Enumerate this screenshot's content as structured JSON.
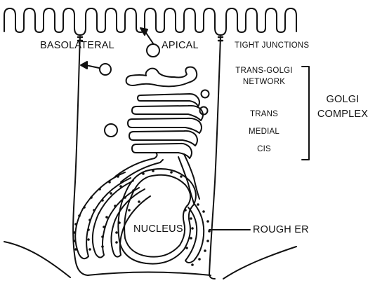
{
  "labels": {
    "basolateral": "BASOLATERAL",
    "apical": "APICAL",
    "tight_junctions": "TIGHT JUNCTIONS",
    "trans_golgi_line1": "TRANS-GOLGI",
    "trans_golgi_line2": "NETWORK",
    "trans": "TRANS",
    "medial": "MEDIAL",
    "cis": "CIS",
    "golgi_line1": "GOLGI",
    "golgi_line2": "COMPLEX",
    "nucleus": "NUCLEUS",
    "rough_er": "ROUGH ER"
  }
}
